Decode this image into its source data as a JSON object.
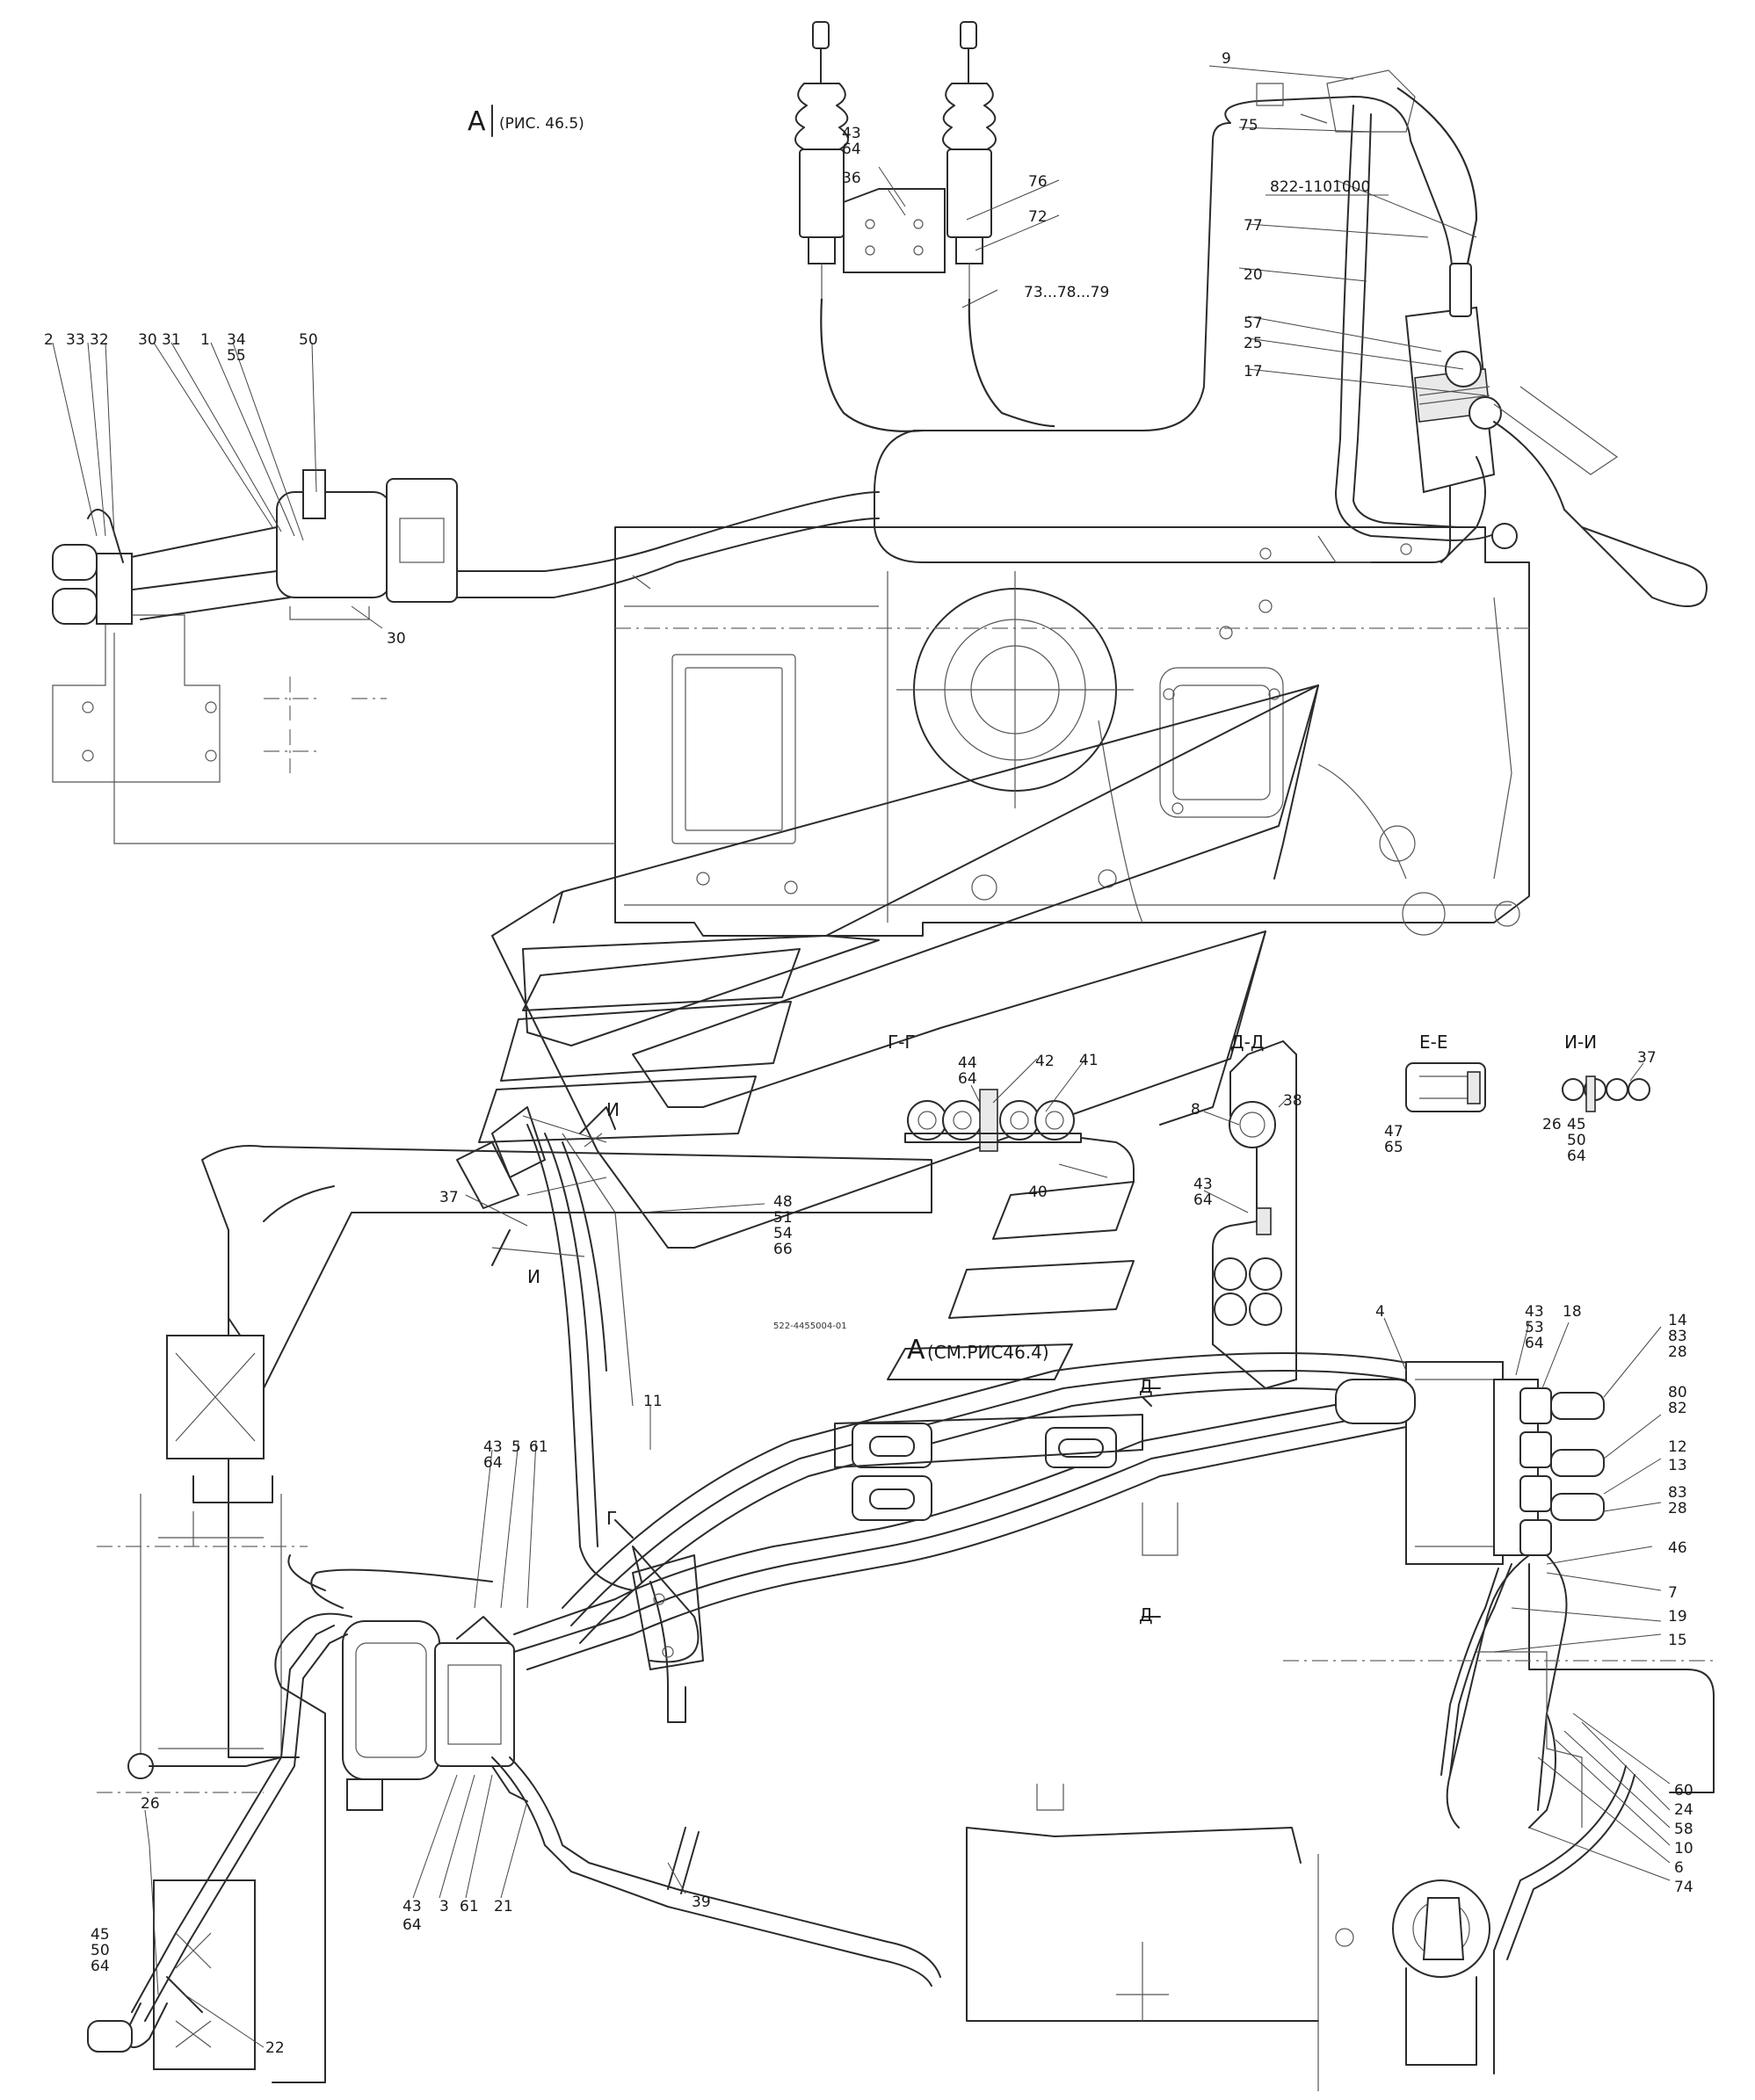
{
  "view_a": {
    "letter": "А",
    "ref": "(РИС. 46.5)"
  },
  "view_a_lower": {
    "letter": "А",
    "ref": "(СМ.РИС46.4)"
  },
  "assembly_code": "822-1101000",
  "assembly_code_small": "522-4455004-01",
  "sections": {
    "gg": "Г-Г",
    "dd": "Д-Д",
    "ee": "Е-Е",
    "ii": "И-И",
    "g_mark": "Г",
    "d_mark": "Д",
    "i_mark": "И"
  },
  "labels": {
    "l9": "9",
    "l75": "75",
    "l77": "77",
    "l20": "20",
    "l57": "57",
    "l25": "25",
    "l17": "17",
    "l43a": "43",
    "l64a": "64",
    "l36": "36",
    "l76": "76",
    "l72": "72",
    "l73_79": "73...78...79",
    "l2": "2",
    "l33": "33",
    "l32": "32",
    "l30a": "30",
    "l31": "31",
    "l1": "1",
    "l34": "34",
    "l55": "55",
    "l50a": "50",
    "l30b": "30",
    "l44": "44",
    "l64b": "64",
    "l42": "42",
    "l41": "41",
    "l8": "8",
    "l38": "38",
    "l43b": "43",
    "l64c": "64",
    "l40": "40",
    "l47": "47",
    "l65": "65",
    "l37a": "37",
    "l26a": "26",
    "l45a": "45",
    "l50b": "50",
    "l64d": "64",
    "l37b": "37",
    "l48": "48",
    "l51": "51",
    "l54": "54",
    "l66": "66",
    "l4": "4",
    "l43c": "43",
    "l53": "53",
    "l64e": "64",
    "l18": "18",
    "l14": "14",
    "l83a": "83",
    "l28a": "28",
    "l80": "80",
    "l82": "82",
    "l12": "12",
    "l13": "13",
    "l83b": "83",
    "l28b": "28",
    "l46": "46",
    "l7": "7",
    "l19": "19",
    "l15": "15",
    "l43d": "43",
    "l64f": "64",
    "l5": "5",
    "l61a": "61",
    "l11": "11",
    "l60": "60",
    "l24": "24",
    "l58": "58",
    "l10": "10",
    "l6": "6",
    "l74": "74",
    "l43e": "43",
    "l64g": "64",
    "l3": "3",
    "l61b": "61",
    "l21": "21",
    "l39": "39",
    "l26b": "26",
    "l45b": "45",
    "l50c": "50",
    "l64h": "64",
    "l22": "22"
  }
}
